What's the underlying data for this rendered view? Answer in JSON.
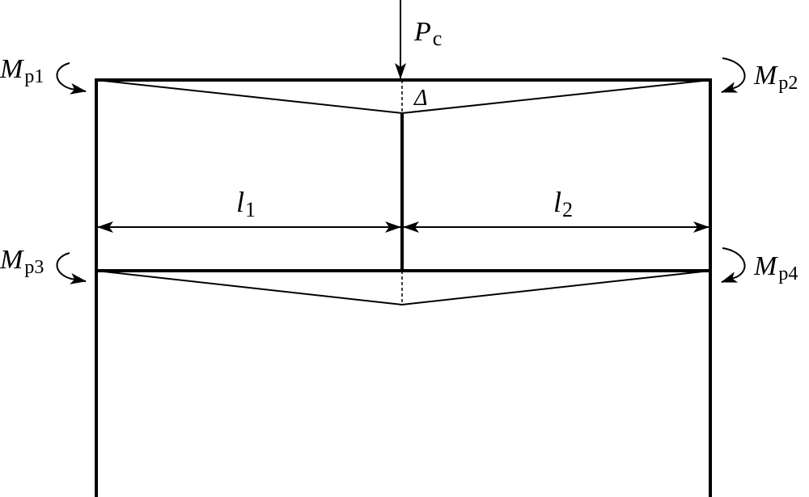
{
  "labels": {
    "load": {
      "main": "P",
      "sub": "c"
    },
    "moment_p1": {
      "main": "M",
      "sub": "p1"
    },
    "moment_p2": {
      "main": "M",
      "sub": "p2"
    },
    "moment_p3": {
      "main": "M",
      "sub": "p3"
    },
    "moment_p4": {
      "main": "M",
      "sub": "p4"
    },
    "span_left": {
      "main": "l",
      "sub": "1"
    },
    "span_right": {
      "main": "l",
      "sub": "2"
    },
    "deflection": "Δ"
  },
  "colors": {
    "line": "#000000",
    "background": "#ffffff"
  }
}
